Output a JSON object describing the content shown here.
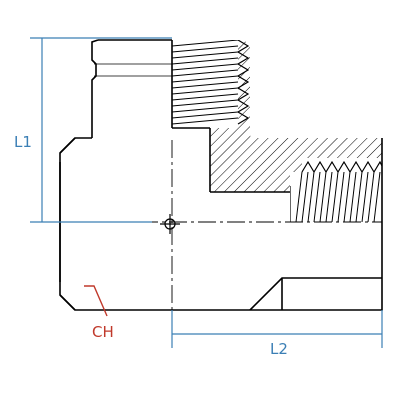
{
  "drawing": {
    "dimensions": {
      "l1_label": "L1",
      "l2_label": "L2",
      "ch_label": "CH"
    },
    "colors": {
      "outline": "#000000",
      "hatch": "#000000",
      "dimension": "#3b7fb5",
      "callout": "#c0392b",
      "background": "#ffffff"
    }
  }
}
